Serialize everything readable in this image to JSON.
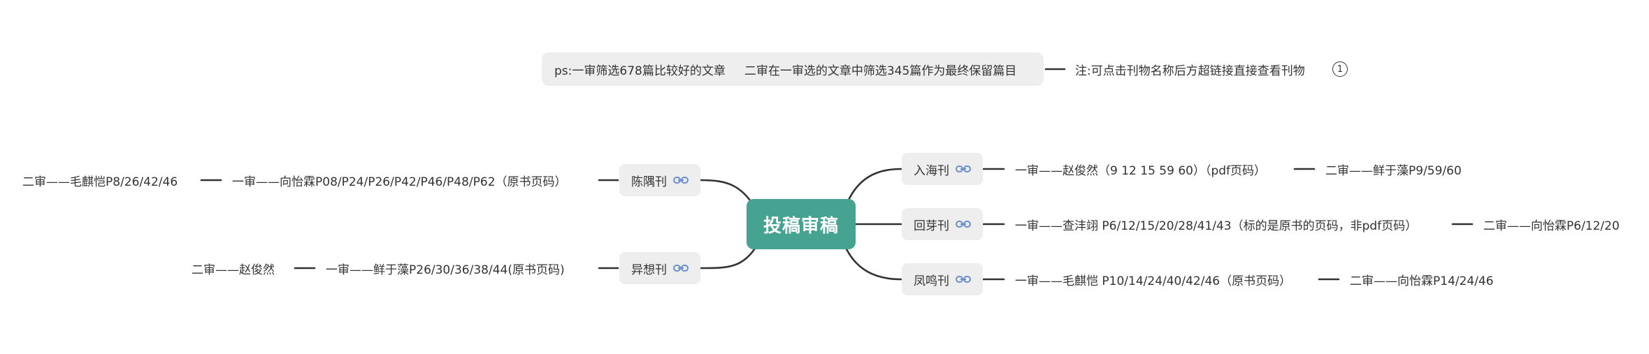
{
  "root": {
    "label": "投稿审稿"
  },
  "note": {
    "box_text": "ps:一审筛选678篇比较好的文章     二审在一审选的文章中筛选345篇作为最终保留篇目",
    "tail_text": "注:可点击刊物名称后方超链接直接查看刊物",
    "badge": "1"
  },
  "colors": {
    "root_bg": "#46a392",
    "topic_bg": "#eeeeee",
    "line": "#333333",
    "link_icon": "#6b8fc9"
  },
  "icons": {
    "hyperlink": "link-icon",
    "count_badge": "circle-number-badge"
  },
  "branches": {
    "chenyu": {
      "topic": "陈隅刊",
      "first": "一审——向怡霖P08/P24/P26/P42/P46/P48/P62（原书页码）",
      "second": "二审——毛麒恺P8/26/42/46"
    },
    "yixiang": {
      "topic": "异想刊",
      "first": "一审——鲜于藻P26/30/36/38/44(原书页码)",
      "second": "二审——赵俊然"
    },
    "ruhai": {
      "topic": "入海刊",
      "first": "一审——赵俊然（9 12 15 59 60）（pdf页码）",
      "second": "二审——鲜于藻P9/59/60"
    },
    "huiya": {
      "topic": "回芽刊",
      "first": "一审——查沣翊 P6/12/15/20/28/41/43（标的是原书的页码，非pdf页码）",
      "second": "二审——向怡霖P6/12/20"
    },
    "fengming": {
      "topic": "凤鸣刊",
      "first": "一审——毛麒恺 P10/14/24/40/42/46（原书页码）",
      "second": "二审——向怡霖P14/24/46"
    }
  }
}
